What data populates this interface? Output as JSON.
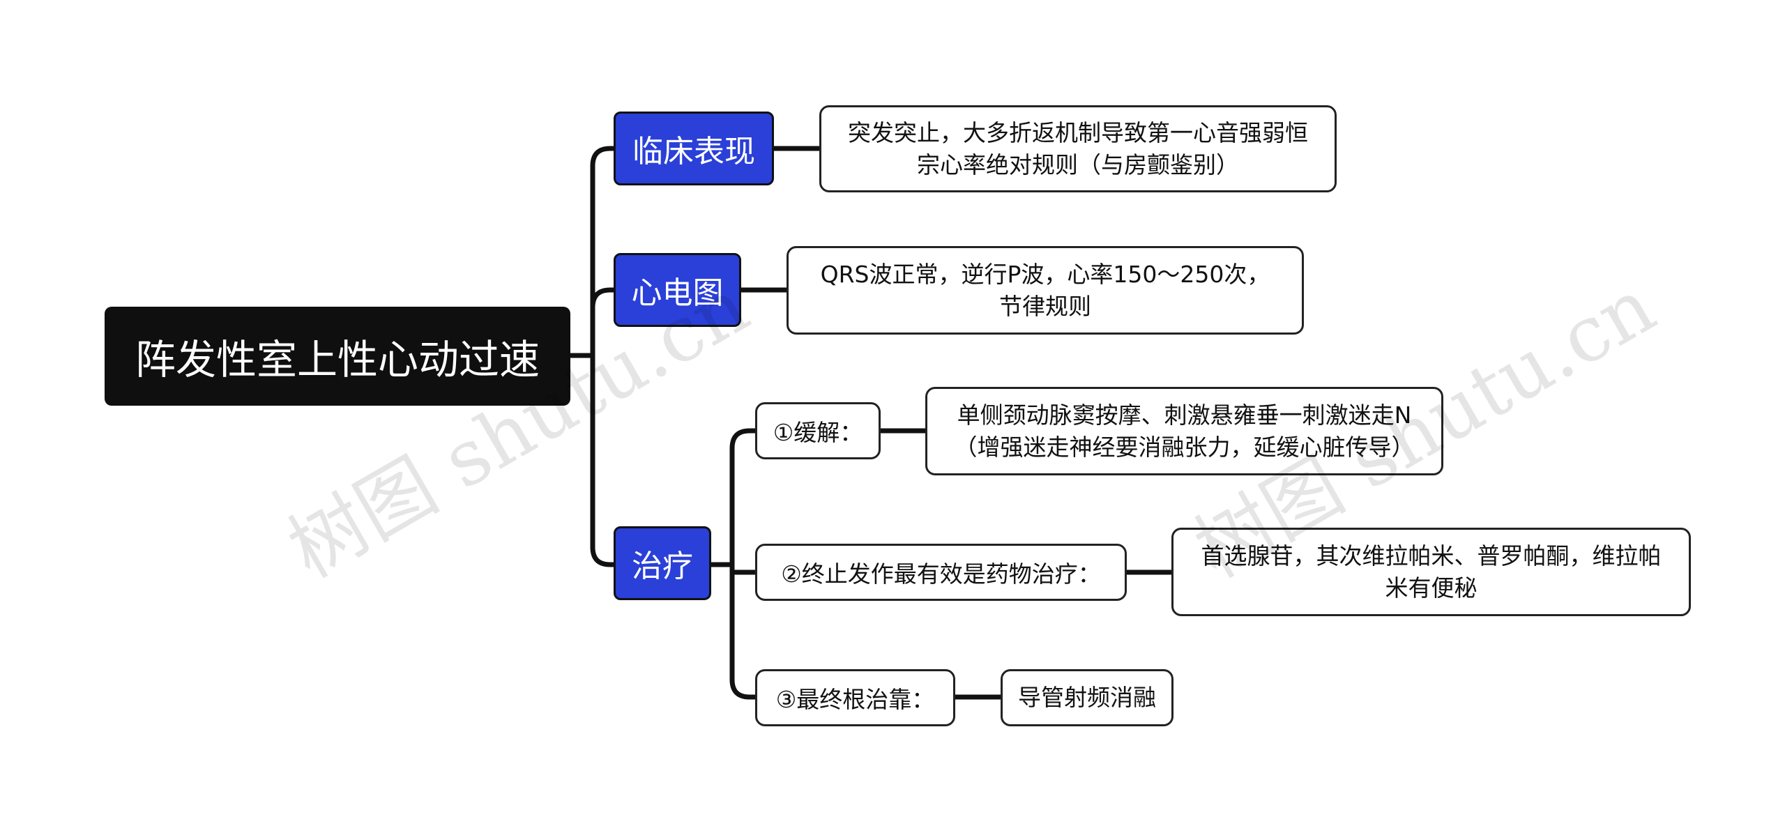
{
  "root": {
    "label": "阵发性室上性心动过速"
  },
  "branches": {
    "clinical": {
      "label": "临床表现",
      "detail": [
        "突发突止，大多折返机制导致第一心音强弱恒",
        "宗心率绝对规则（与房颤鉴别）"
      ]
    },
    "ecg": {
      "label": "心电图",
      "detail": [
        "QRS波正常，逆行P波，心率150～250次，",
        "节律规则"
      ]
    },
    "treatment": {
      "label": "治疗",
      "items": [
        {
          "label": "①缓解：",
          "detail": [
            "单侧颈动脉窦按摩、刺激悬雍垂一刺激迷走N",
            "（增强迷走神经要消融张力，延缓心脏传导）"
          ]
        },
        {
          "label": "②终止发作最有效是药物治疗：",
          "detail": [
            "首选腺苷，其次维拉帕米、普罗帕酮，维拉帕",
            "米有便秘"
          ]
        },
        {
          "label": "③最终根治靠：",
          "detail": [
            "导管射频消融"
          ]
        }
      ]
    }
  },
  "watermarks": [
    "树图 shutu.cn",
    "树图 shutu.cn"
  ],
  "colors": {
    "root_bg": "#0f0f0f",
    "branch_bg": "#2a40d8",
    "line": "#111111"
  }
}
